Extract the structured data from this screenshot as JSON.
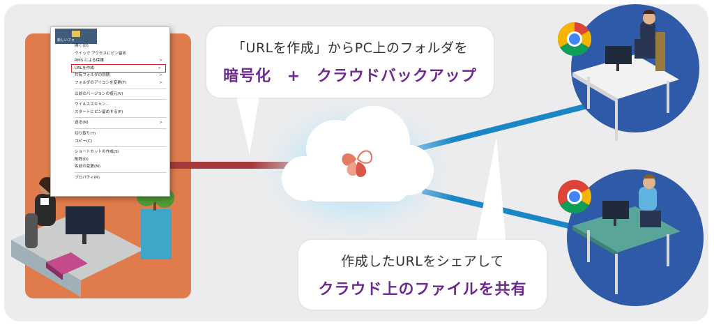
{
  "bubbles": {
    "top": {
      "line1": "「URLを作成」からPC上のフォルダを",
      "line2_a": "暗号化",
      "line2_plus": "+",
      "line2_b": "クラウドバックアップ"
    },
    "bottom": {
      "line1": "作成したURLをシェアして",
      "line2": "クラウド上のファイルを共有"
    }
  },
  "context_menu": {
    "header_label": "新しいフォ",
    "items": [
      {
        "label": "開く(O)",
        "arrow": ""
      },
      {
        "label": "クイック アクセスにピン留め",
        "arrow": ""
      },
      {
        "label": "RMS による保護",
        "arrow": ">"
      },
      {
        "label": "URLを作成",
        "arrow": ">",
        "selected": true
      },
      {
        "label": "共有フォルダの同期",
        "arrow": ">"
      },
      {
        "label": "フォルダのアイコンを変更(F)",
        "arrow": ">"
      },
      {
        "sep": true
      },
      {
        "label": "以前のバージョンの復元(V)",
        "arrow": ""
      },
      {
        "sep": true
      },
      {
        "label": "ウイルススキャン...",
        "arrow": ""
      },
      {
        "label": "スタートにピン留めする(P)",
        "arrow": ""
      },
      {
        "sep": true
      },
      {
        "label": "送る(N)",
        "arrow": ">"
      },
      {
        "sep": true
      },
      {
        "label": "切り取り(T)",
        "arrow": ""
      },
      {
        "label": "コピー(C)",
        "arrow": ""
      },
      {
        "sep": true
      },
      {
        "label": "ショートカットの作成(S)",
        "arrow": ""
      },
      {
        "label": "削除(D)",
        "arrow": ""
      },
      {
        "label": "名前の変更(M)",
        "arrow": ""
      },
      {
        "sep": true
      },
      {
        "label": "プロパティ(R)",
        "arrow": ""
      }
    ]
  },
  "colors": {
    "panel_bg": "#ececee",
    "user_area": "#e07c4c",
    "link_red": "#a63a3a",
    "link_blue": "#1b86c6",
    "circle_blue": "#2f5aa8",
    "accent_purple": "#6e2a8e",
    "selection_red": "#d6202a"
  },
  "icons": {
    "cloud_logo": "heart-clover-logo-icon",
    "browser": "chrome-icon"
  }
}
